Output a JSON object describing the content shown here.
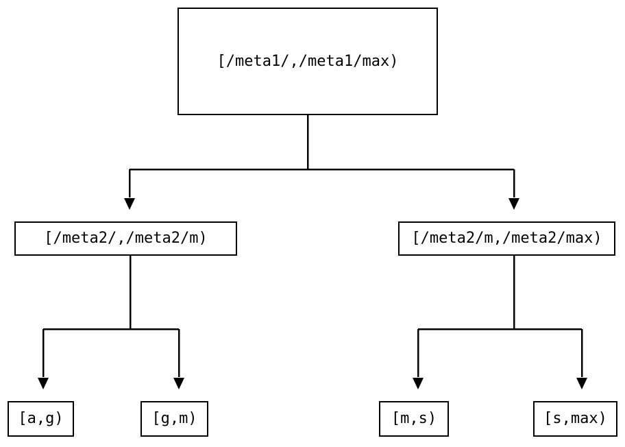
{
  "diagram": {
    "type": "tree",
    "title": "",
    "background_color": "#ffffff",
    "line_color": "#000000",
    "text_color": "#000000",
    "nodes": {
      "root": {
        "label": "[/meta1/,/meta1/max)",
        "level": 1
      },
      "meta2_low": {
        "label": "[/meta2/,/meta2/m)",
        "level": 2
      },
      "meta2_high": {
        "label": "[/meta2/m,/meta2/max)",
        "level": 2
      },
      "leaf_ag": {
        "label": "[a,g)",
        "level": 3
      },
      "leaf_gm": {
        "label": "[g,m)",
        "level": 3
      },
      "leaf_ms": {
        "label": "[m,s)",
        "level": 3
      },
      "leaf_smax": {
        "label": "[s,max)",
        "level": 3
      }
    },
    "edges": [
      {
        "from": "root",
        "to": "meta2_low",
        "arrow": "down"
      },
      {
        "from": "root",
        "to": "meta2_high",
        "arrow": "down"
      },
      {
        "from": "meta2_low",
        "to": "leaf_ag",
        "arrow": "down"
      },
      {
        "from": "meta2_low",
        "to": "leaf_gm",
        "arrow": "down"
      },
      {
        "from": "meta2_high",
        "to": "leaf_ms",
        "arrow": "down"
      },
      {
        "from": "meta2_high",
        "to": "leaf_smax",
        "arrow": "down"
      }
    ]
  }
}
